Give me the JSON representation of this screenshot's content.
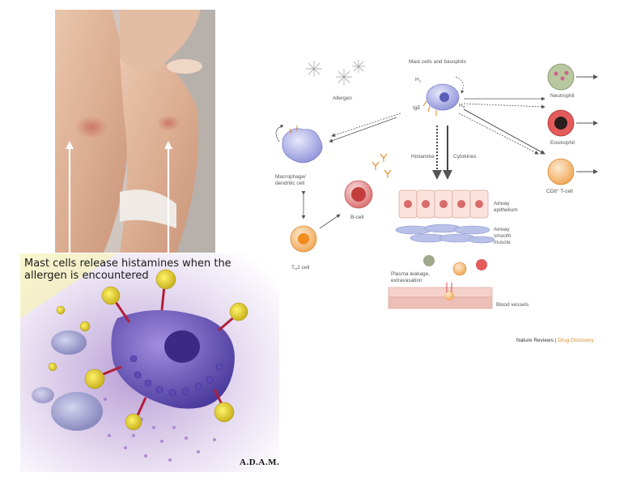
{
  "photo": {
    "description_alt": "Skin reaction on infant arm"
  },
  "illustration": {
    "caption": "Mast cells release histamines when the allergen is encountered",
    "logo": "A.D.A.M."
  },
  "diagram": {
    "labels": {
      "allergen": "Allergen",
      "mast_cells": "Mast cells and basophils",
      "h1": "H",
      "h1_sub": "1",
      "h4": "H",
      "h4_sub": "4",
      "ige": "IgE",
      "neutrophil": "Neutrophil",
      "eosinophil": "Eosinophil",
      "cd8": "CD8",
      "cd8_sup": "+",
      "cd8_tail": " T-cell",
      "macrophage_1": "Macrophage/",
      "macrophage_2": "dendritic cell",
      "histamine": "Histamine",
      "cytokines": "Cytokines",
      "bcell": "B-cell",
      "th2_main": "T",
      "th2_sub": "H",
      "th2_tail": "2 cell",
      "airway_ep_1": "Airway",
      "airway_ep_2": "epithelium",
      "airway_sm_1": "Airway",
      "airway_sm_2": "smooth",
      "airway_sm_3": "muscle",
      "plasma_1": "Plasma leakage,",
      "plasma_2": "extravasation",
      "blood_vessels": "Blood vessels"
    },
    "credit": {
      "journal": "Nature Reviews",
      "separator": " | ",
      "section": "Drug Discovery"
    },
    "colors": {
      "accent": "#e08a1e",
      "arrow": "#555555",
      "cell_purple": "#8b8fd8",
      "cell_red": "#d9534f"
    }
  }
}
